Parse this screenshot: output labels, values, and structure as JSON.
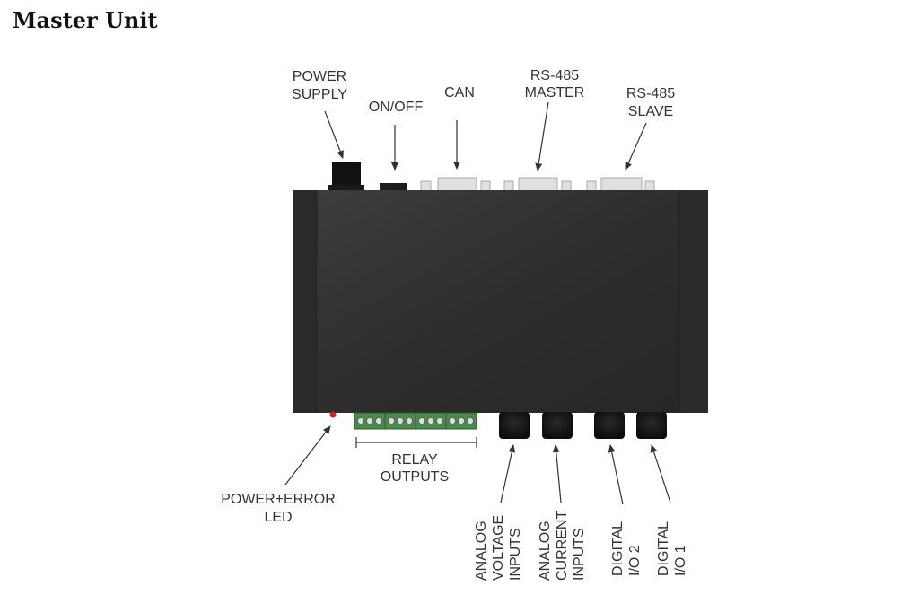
{
  "page": {
    "title": "Master Unit"
  },
  "labels": {
    "power_supply": [
      "POWER",
      "SUPPLY"
    ],
    "on_off": [
      "ON/OFF"
    ],
    "can": [
      "CAN"
    ],
    "rs485_master": [
      "RS-485",
      "MASTER"
    ],
    "rs485_slave": [
      "RS-485",
      "SLAVE"
    ],
    "power_error_led": [
      "POWER+ERROR",
      "LED"
    ],
    "relay_outputs": [
      "RELAY",
      "OUTPUTS"
    ],
    "analog_voltage": [
      "ANALOG",
      "VOLTAGE",
      "INPUTS"
    ],
    "analog_current": [
      "ANALOG",
      "CURRENT",
      "INPUTS"
    ],
    "digital_io_2": [
      "DIGITAL",
      "I/O 2"
    ],
    "digital_io_1": [
      "DIGITAL",
      "I/O 1"
    ]
  },
  "colors": {
    "device_body": "#333333",
    "terminal_block": "#4a8a4a",
    "led": "#cc2222",
    "connector": "#e0e0e0"
  }
}
